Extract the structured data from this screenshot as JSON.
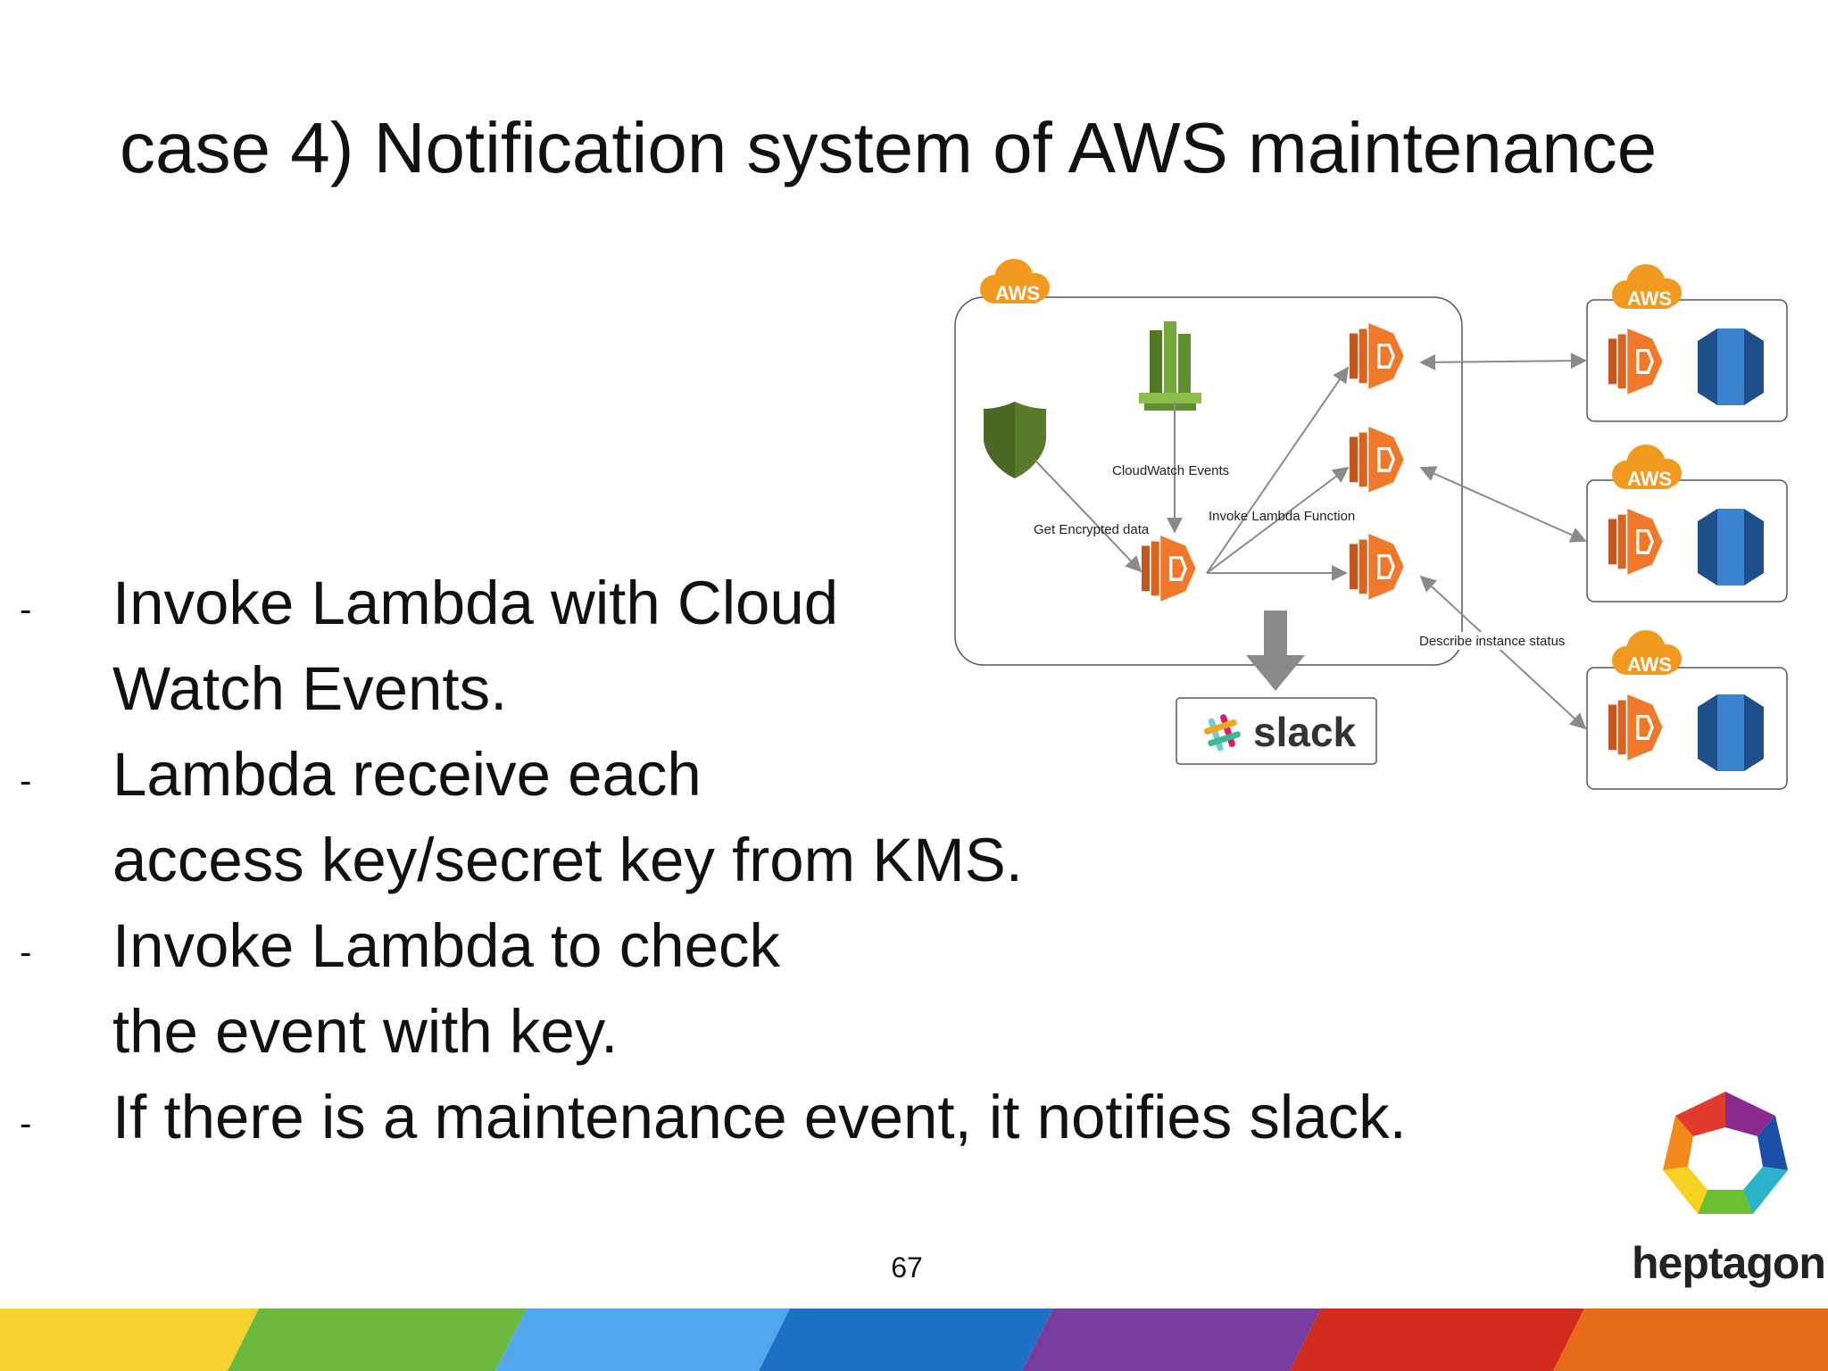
{
  "slide": {
    "title": "case 4) Notification system of AWS maintenance",
    "page_number": "67",
    "bullets": [
      {
        "marker": "-",
        "lines": [
          "Invoke Lambda with Cloud",
          "Watch Events."
        ]
      },
      {
        "marker": "-",
        "lines": [
          "Lambda receive each",
          "access key/secret key from KMS."
        ]
      },
      {
        "marker": "-",
        "lines": [
          "Invoke Lambda to check",
          "the event with key."
        ]
      },
      {
        "marker": "-",
        "lines": [
          "If there is a maintenance event, it notifies slack."
        ]
      }
    ]
  },
  "diagram": {
    "aws_badge": "AWS",
    "labels": {
      "cloudwatch": "CloudWatch Events",
      "get_encrypted": "Get Encrypted data",
      "invoke_lambda": "Invoke Lambda Function",
      "describe_status": "Describe instance status"
    },
    "slack_label": "slack"
  },
  "logo": {
    "text": "heptagon"
  },
  "colors": {
    "lambda_orange": "#f0782a",
    "lambda_dark": "#c2561c",
    "db_blue": "#2e73b8",
    "kms_green": "#587a2a",
    "cloudwatch_green": "#74a83a",
    "stripe": [
      "#f5d22e",
      "#6cb83f",
      "#52a6ee",
      "#1e6fc6",
      "#7a3c9e",
      "#d32a1e",
      "#e66a1a"
    ]
  }
}
